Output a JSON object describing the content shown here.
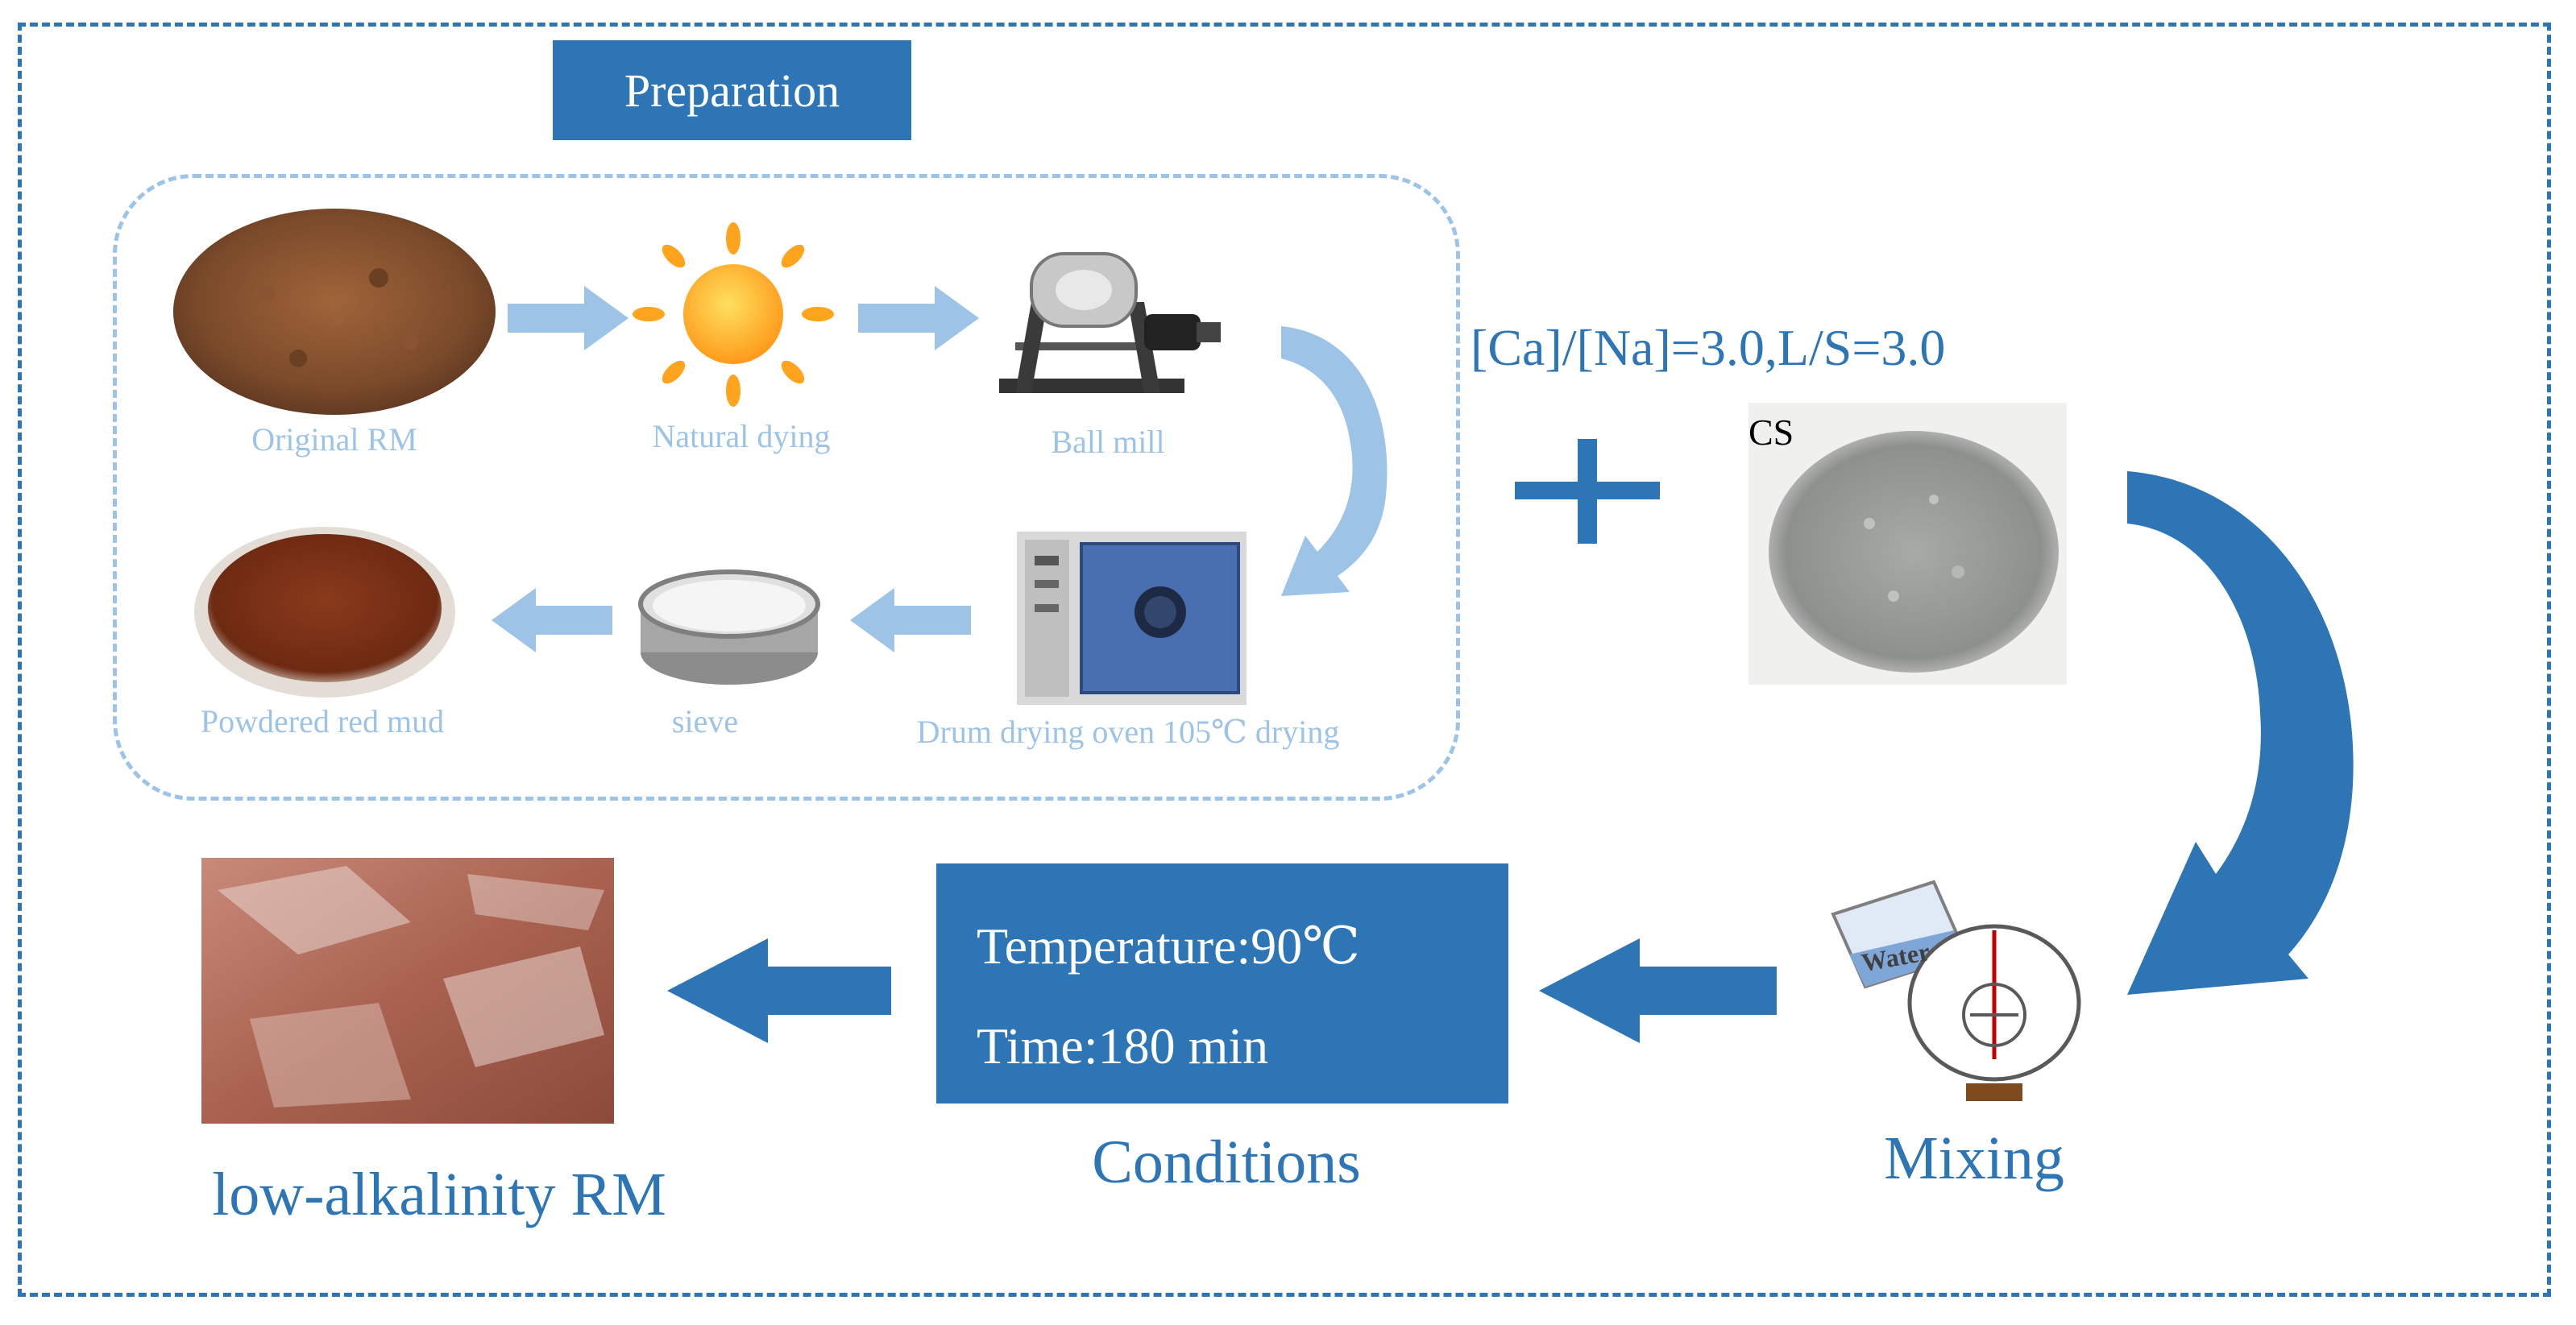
{
  "preparation": {
    "title": "Preparation",
    "steps": [
      {
        "label": "Original RM"
      },
      {
        "label": "Natural dying"
      },
      {
        "label": "Ball mill"
      },
      {
        "label": "Drum drying oven 105℃ drying"
      },
      {
        "label": "sieve"
      },
      {
        "label": "Powdered red mud"
      }
    ]
  },
  "additive": {
    "ratio_label": "[Ca]/[Na]=3.0,L/S=3.0",
    "cs_label": "CS"
  },
  "mixing": {
    "label": "Mixing",
    "water_label": "Water"
  },
  "conditions": {
    "label": "Conditions",
    "temperature": "Temperature:90℃",
    "time": "Time:180 min"
  },
  "result": {
    "label": "low-alkalinity RM"
  },
  "colors": {
    "dark_blue": "#2e75b6",
    "light_blue": "#9dc3e6"
  }
}
